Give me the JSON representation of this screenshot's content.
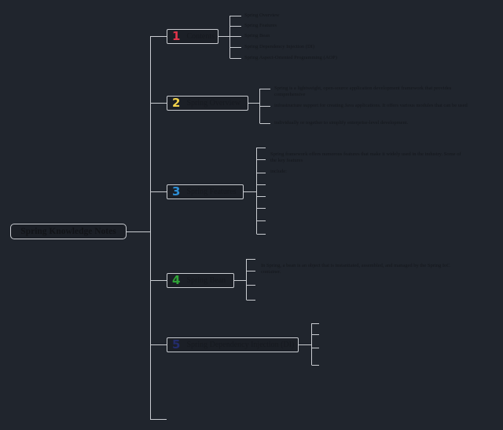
{
  "root": {
    "title": "Spring Knowledge Notes"
  },
  "topics": [
    {
      "number": "1",
      "label": "Contents",
      "color": "#e0344a",
      "items": [
        "Spring Overview",
        "Spring Features",
        "Spring Bean",
        "Spring Dependency Injection (DI)",
        "Spring Aspect-Oriented Programming (AOP)"
      ]
    },
    {
      "number": "2",
      "label": "Spring Overview",
      "color": "#f2d24b",
      "items": [
        "Spring is a lightweight, open-source application development framework that provides comprehensive",
        "infrastructure support for creating Java applications. It offers various modules that can be used",
        "individually or together to simplify enterprise-level development."
      ]
    },
    {
      "number": "3",
      "label": "Spring Features",
      "color": "#2c8fd6",
      "items": [
        "Spring framework offers numerous features that make it widely used in the industry. Some of the key features",
        "include:",
        "",
        "",
        "",
        "",
        "",
        ""
      ]
    },
    {
      "number": "4",
      "label": "Spring Bean",
      "color": "#2fa336",
      "items": [
        "In Spring, a bean is an object that is instantiated, assembled, and managed by the Spring IoC container.",
        "",
        ""
      ]
    },
    {
      "number": "5",
      "label": "Spring Dependency Injection (DI)",
      "color": "#232c6b",
      "items": [
        "",
        "",
        "",
        ""
      ]
    }
  ]
}
